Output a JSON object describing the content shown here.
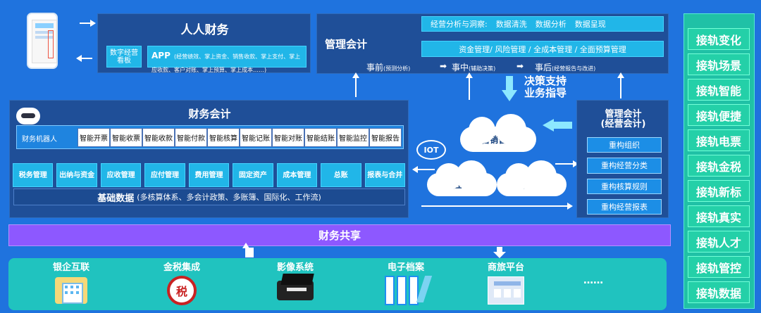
{
  "people_finance": {
    "title": "人人财务",
    "digital_board": "数字经营看板",
    "app_title": "APP",
    "app_desc": "(经营绩效、掌上资金、销售收款、掌上支付、掌上应收款、客户对账、掌上预算、掌上成本……)"
  },
  "management_accounting": {
    "title": "管理会计",
    "analysis_label": "经营分析与洞察:",
    "analysis_items": [
      "数据清洗",
      "数据分析",
      "数据呈现"
    ],
    "management_items": "资金管理/  风险管理  /  全成本管理  /  全面预算管理",
    "pre": "事前",
    "pre_note": "(预测分析)",
    "during": "事中",
    "during_note": "(辅助决策)",
    "post": "事后",
    "post_note": "(经营报告与改进)"
  },
  "decision_support": {
    "line1": "决策支持",
    "line2": "业务指导"
  },
  "financial_accounting": {
    "title": "财务会计",
    "robot_label": "财务机器人",
    "smart_items": [
      "智能开票",
      "智能收票",
      "智能收款",
      "智能付款",
      "智能核算",
      "智能记账",
      "智能对账",
      "智能结账",
      "智能监控",
      "智能报告"
    ],
    "management_items": [
      "税务管理",
      "出纳与资金",
      "应收管理",
      "应付管理",
      "费用管理",
      "固定资产",
      "成本管理",
      "总账",
      "报表与合并"
    ],
    "base_title": "基础数据",
    "base_desc": "(多核算体系、多会计政策、多账簿、国际化、工作流)"
  },
  "center_clouds": {
    "iot": "IOT",
    "marketing": "营销管理",
    "supply": "供应管理",
    "production": "生产制造"
  },
  "management_accounting_right": {
    "title": "管理会计",
    "subtitle": "(经营会计)",
    "items": [
      "重构组织",
      "重构经营分类",
      "重构核算规则",
      "重构经营报表"
    ]
  },
  "shared": {
    "title": "财务共享"
  },
  "bottom_systems": [
    {
      "label": "银企互联",
      "icon": "bank-building-icon"
    },
    {
      "label": "金税集成",
      "icon": "tax-seal-icon"
    },
    {
      "label": "影像系统",
      "icon": "scanner-icon"
    },
    {
      "label": "电子档案",
      "icon": "archive-binders-icon"
    },
    {
      "label": "商旅平台",
      "icon": "travel-app-icon"
    }
  ],
  "bottom_more": "……",
  "right_sidebar": [
    "接轨变化",
    "接轨场景",
    "接轨智能",
    "接轨便捷",
    "接轨电票",
    "接轨金税",
    "接轨新标",
    "接轨真实",
    "接轨人才",
    "接轨管控",
    "接轨数据"
  ],
  "colors": {
    "background": "#1f73de",
    "panel": "#1f4f98",
    "cyan": "#21b6e8",
    "purple": "#8d58ff",
    "teal": "#20c3bf",
    "sidebar_teal": "#24d0a8"
  }
}
